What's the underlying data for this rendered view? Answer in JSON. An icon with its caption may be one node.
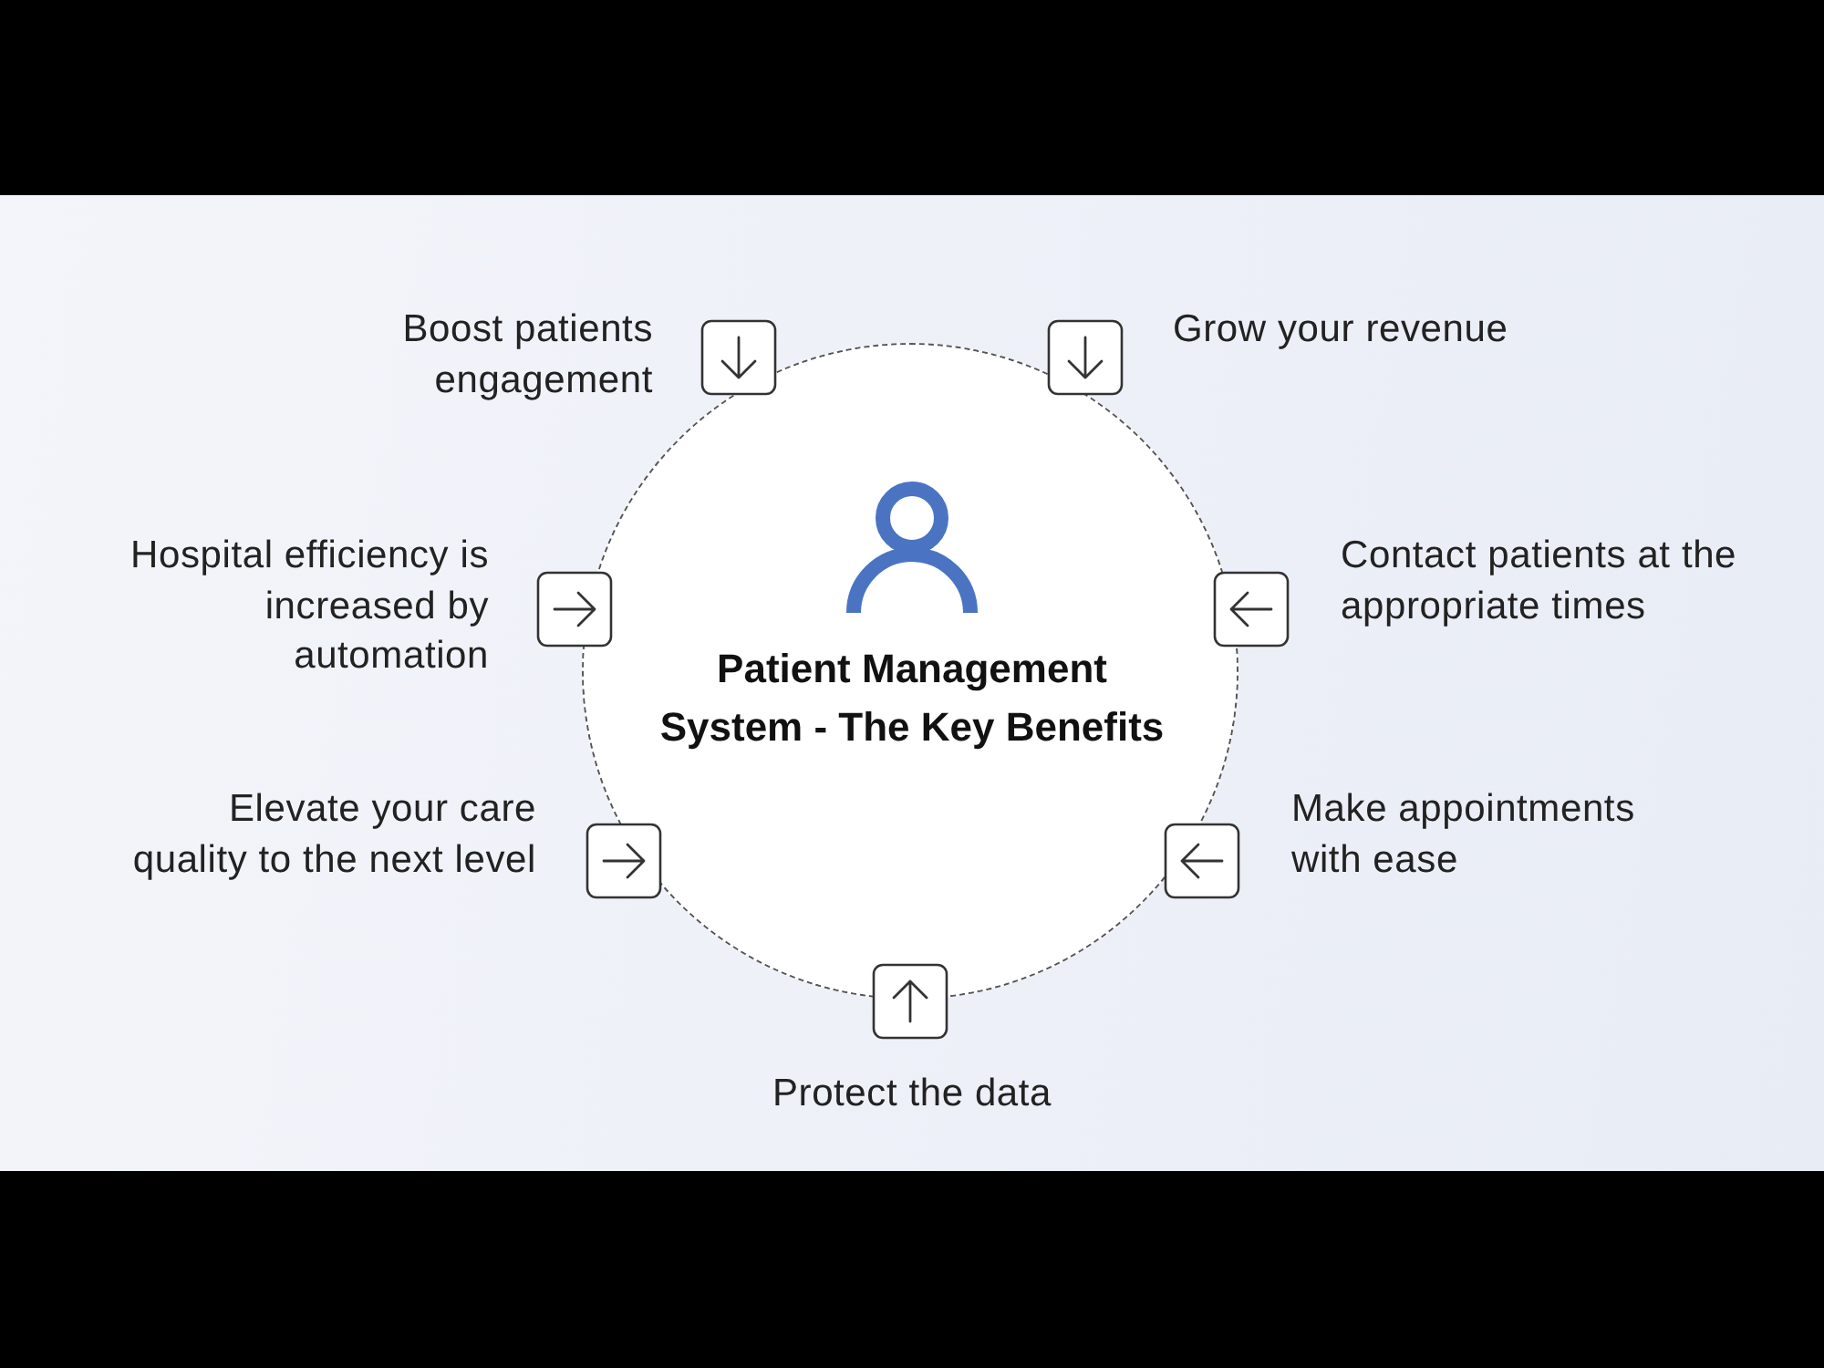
{
  "diagram": {
    "nodes": [
      {
        "text": [
          "Patient Management System - The Key Benefits"
        ]
      }
    ],
    "labels": [
      "Boost patients engagement",
      "Grow your revenue",
      "Hospital efficiency is increased by automation",
      "Contact patients at the appropriate times",
      "Elevate your care quality to the next level",
      "Make appointments with ease",
      "Protect the data"
    ]
  }
}
